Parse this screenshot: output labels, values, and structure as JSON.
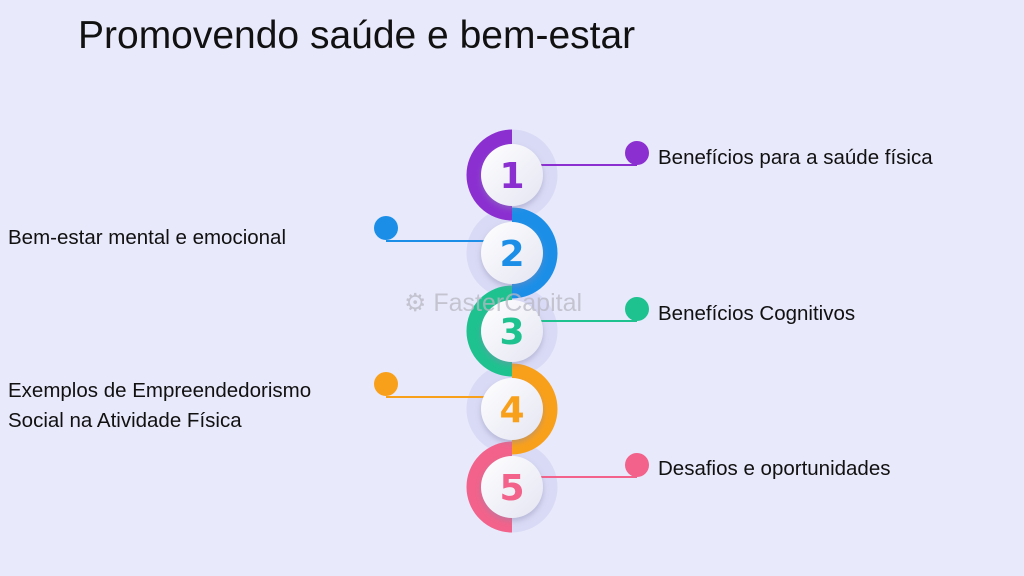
{
  "title": "Promovendo saúde e bem-estar",
  "watermark": "FasterCapital",
  "steps": [
    {
      "number": "1",
      "label": "Benefícios para a saúde física",
      "color": "#8b2fd1",
      "side": "right"
    },
    {
      "number": "2",
      "label": "Bem-estar mental e emocional",
      "color": "#1b8fe8",
      "side": "left"
    },
    {
      "number": "3",
      "label": "Benefícios Cognitivos",
      "color": "#1ec28f",
      "side": "right"
    },
    {
      "number": "4",
      "label_line1": "Exemplos de Empreendedorismo",
      "label_line2": "Social na Atividade Física",
      "color": "#f9a01a",
      "side": "left"
    },
    {
      "number": "5",
      "label": "Desafios e oportunidades",
      "color": "#f2628a",
      "side": "right"
    }
  ]
}
